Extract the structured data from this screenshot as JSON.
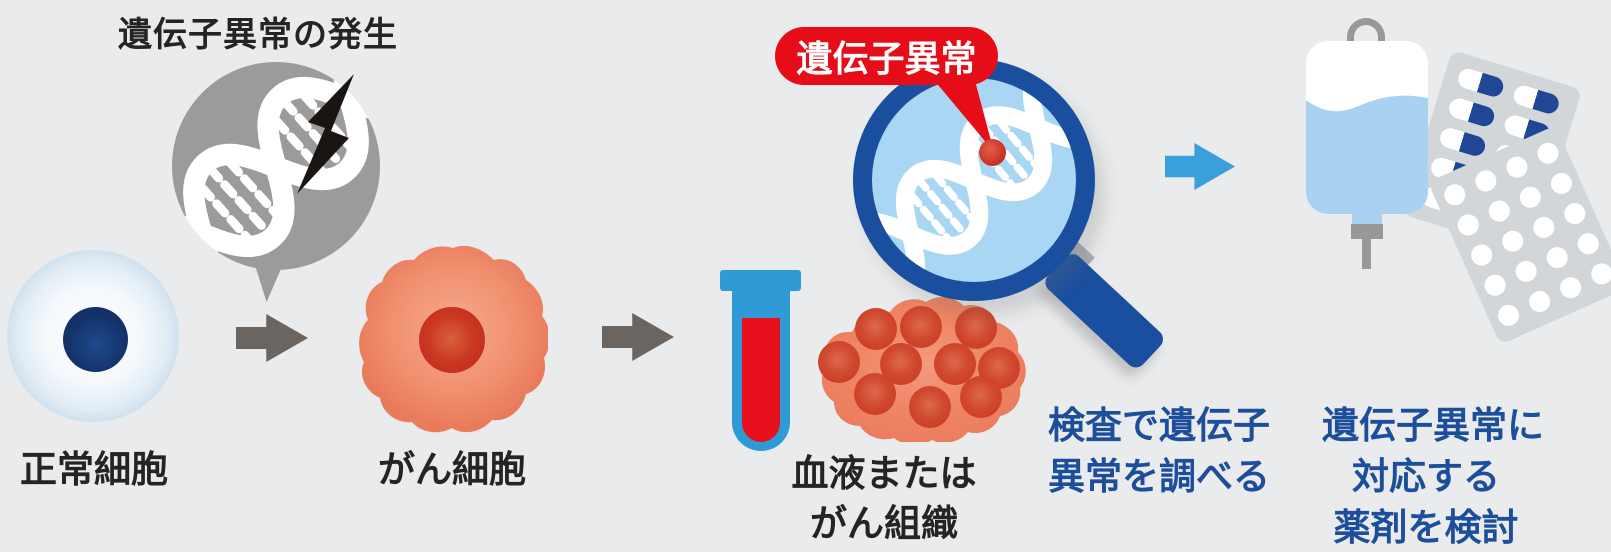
{
  "diagram": {
    "title": "遺伝子異常の発生",
    "normal_cell_label": "正常細胞",
    "cancer_cell_label": "がん細胞",
    "sample_label_line1": "血液または",
    "sample_label_line2": "がん組織",
    "abnormality_badge": "遺伝子異常",
    "testing_caption_line1": "検査で遺伝子",
    "testing_caption_line2": "異常を調べる",
    "treatment_caption_line1": "遺伝子異常に",
    "treatment_caption_line2": "対応する",
    "treatment_caption_line3": "薬剤を検討"
  },
  "colors": {
    "background": "#e9ebec",
    "badge_red": "#e60d19",
    "caption_blue": "#1d4e9b",
    "magnifier_ring_blue": "#1a4f9f",
    "lens_light_blue": "#a9d6f2",
    "arrow_gray": "#6a6561",
    "arrow_light_blue": "#39a0dc",
    "thought_bubble_gray": "#9b9b9b",
    "tube_blue": "#2e9ad6",
    "blood_red": "#e8101c",
    "iv_liquid_blue": "#a9d2f0",
    "blister_gray": "#d3d6d9",
    "capsule_navy": "#1f4795",
    "cancer_cell_orange": "#ee8565",
    "normal_nucleus_navy": "#15336b"
  }
}
